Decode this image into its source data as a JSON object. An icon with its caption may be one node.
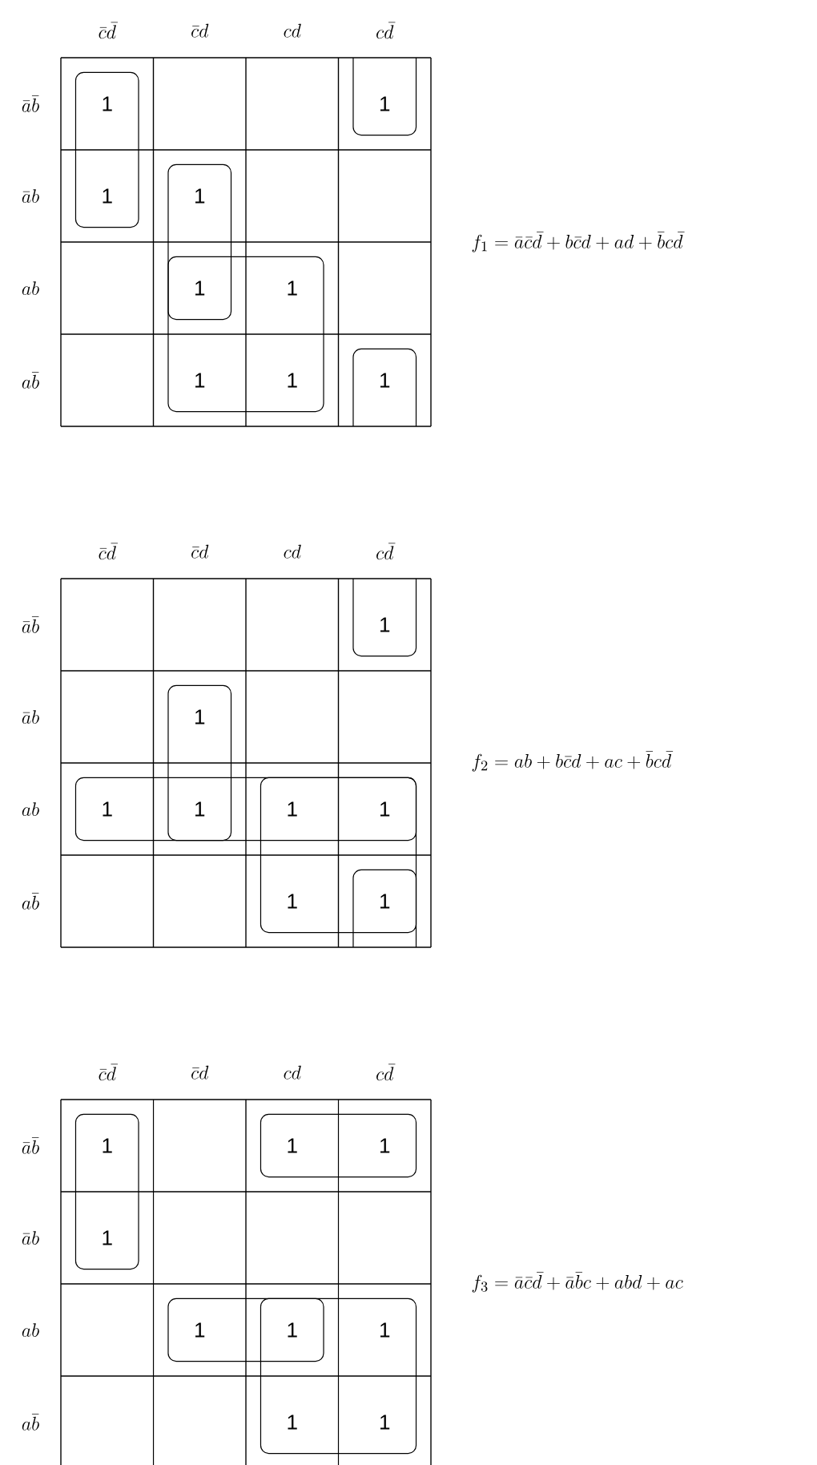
{
  "diagram": {
    "labels": [
      "\\bar{c}\\bar{d}",
      "\\bar{c}d",
      "cd",
      "c\\bar{d}",
      "\\bar{a}\\bar{b}",
      "1",
      "1",
      "\\bar{a}b",
      "1",
      "1",
      "ab",
      "1",
      "1",
      "a\\bar{b}",
      "1",
      "1",
      "1",
      "f_1 = \\bar{a}\\bar{c}\\bar{d} + b\\bar{c}d + ad + \\bar{b}c\\bar{d}",
      "\\bar{c}\\bar{d}",
      "\\bar{c}d",
      "cd",
      "c\\bar{d}",
      "\\bar{a}\\bar{b}",
      "1",
      "\\bar{a}b",
      "1",
      "ab",
      "1",
      "1",
      "1",
      "1",
      "a\\bar{b}",
      "1",
      "1",
      "f_2 = ab + b\\bar{c}d + ac + \\bar{b}c\\bar{d}",
      "\\bar{c}\\bar{d}",
      "\\bar{c}d",
      "cd",
      "c\\bar{d}",
      "\\bar{a}\\bar{b}",
      "1",
      "1",
      "1",
      "\\bar{a}b",
      "1",
      "ab",
      "1",
      "1",
      "1",
      "a\\bar{b}",
      "1",
      "1",
      "f_3 = \\bar{a}\\bar{c}\\bar{d} + \\bar{a}\\bar{b}c + abd + ac"
    ]
  }
}
